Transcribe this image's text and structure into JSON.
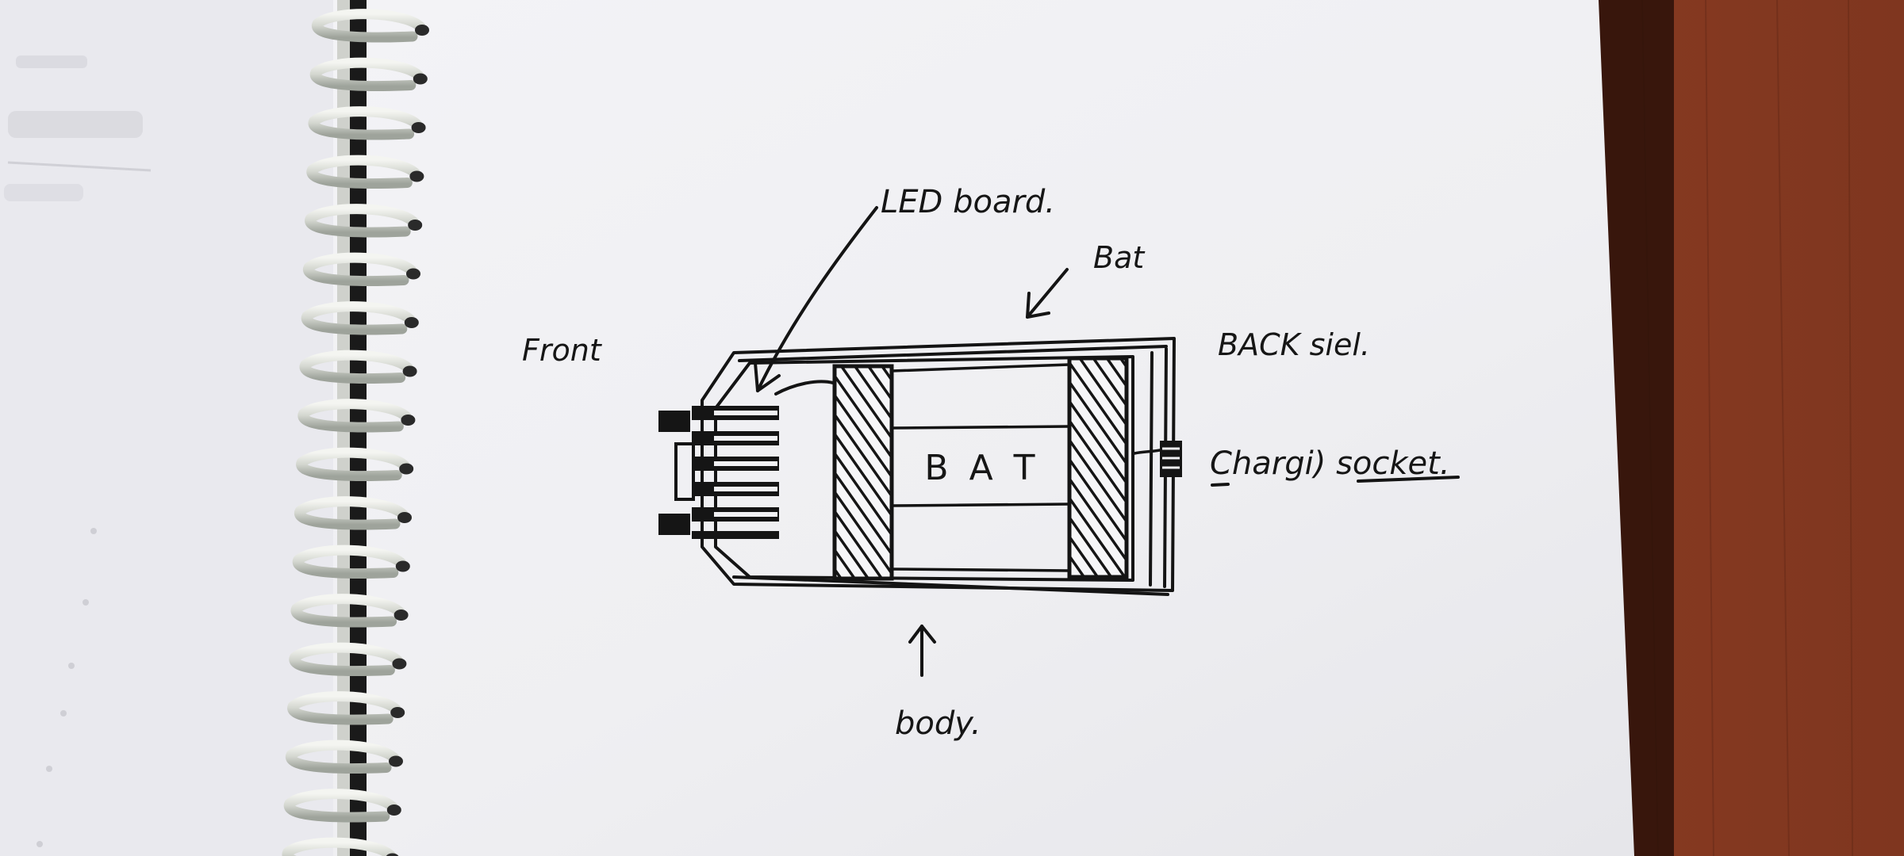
{
  "labels": {
    "front": "Front",
    "led_board": "LED board.",
    "bat_pointer": "Bat",
    "back_side": "BACK siel.",
    "charging_socket": "Chargi) socket.",
    "battery": "B A T",
    "body": "body."
  },
  "colors": {
    "paper": "#f2f2f5",
    "ink": "#141414",
    "desk": "#8a3b22",
    "spiral_ring": "#d9dcd6"
  },
  "icons": {
    "binding": "spiral-binding-icon"
  }
}
